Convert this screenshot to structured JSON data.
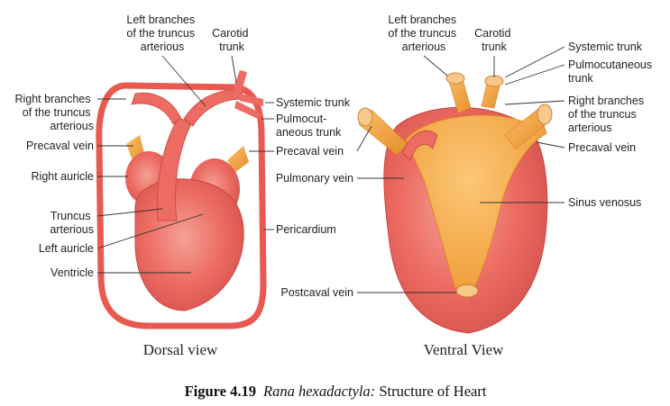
{
  "colors": {
    "heart_fill": "#ec6b62",
    "heart_light": "#f4a197",
    "heart_dark": "#c9453f",
    "pericardium": "#e85a50",
    "vein_orange": "#f4a33c",
    "sinus_orange": "#f6ae4c"
  },
  "dorsal": {
    "view_label": "Dorsal view",
    "labels": {
      "left_branches": [
        "Left branches",
        "of the truncus",
        "arterious"
      ],
      "carotid": [
        "Carotid",
        "trunk"
      ],
      "right_branches": [
        "Right branches",
        "of the truncus",
        "arterious"
      ],
      "systemic": "Systemic trunk",
      "pulmocut": [
        "Pulmocut-",
        "aneous trunk"
      ],
      "precaval_left": "Precaval vein",
      "precaval_right": "Precaval vein",
      "right_auricle": "Right auricle",
      "truncus": [
        "Truncus",
        "arterious"
      ],
      "left_auricle": "Left auricle",
      "ventricle": "Ventricle",
      "pericardium": "Pericardium"
    }
  },
  "ventral": {
    "view_label": "Ventral View",
    "labels": {
      "left_branches": [
        "Left branches",
        "of the truncus",
        "arterious"
      ],
      "carotid": [
        "Carotid",
        "trunk"
      ],
      "systemic": "Systemic trunk",
      "pulmocutaneous": [
        "Pulmocutaneous",
        "trunk"
      ],
      "right_branches": [
        "Right branches",
        "of the truncus",
        "arterious"
      ],
      "precaval": "Precaval vein",
      "pulmonary": "Pulmonary vein",
      "sinus": "Sinus venosus",
      "postcaval": "Postcaval vein"
    }
  },
  "caption": {
    "prefix": "Figure 4.19",
    "species": "Rana hexadactyla:",
    "rest": " Structure of Heart"
  }
}
